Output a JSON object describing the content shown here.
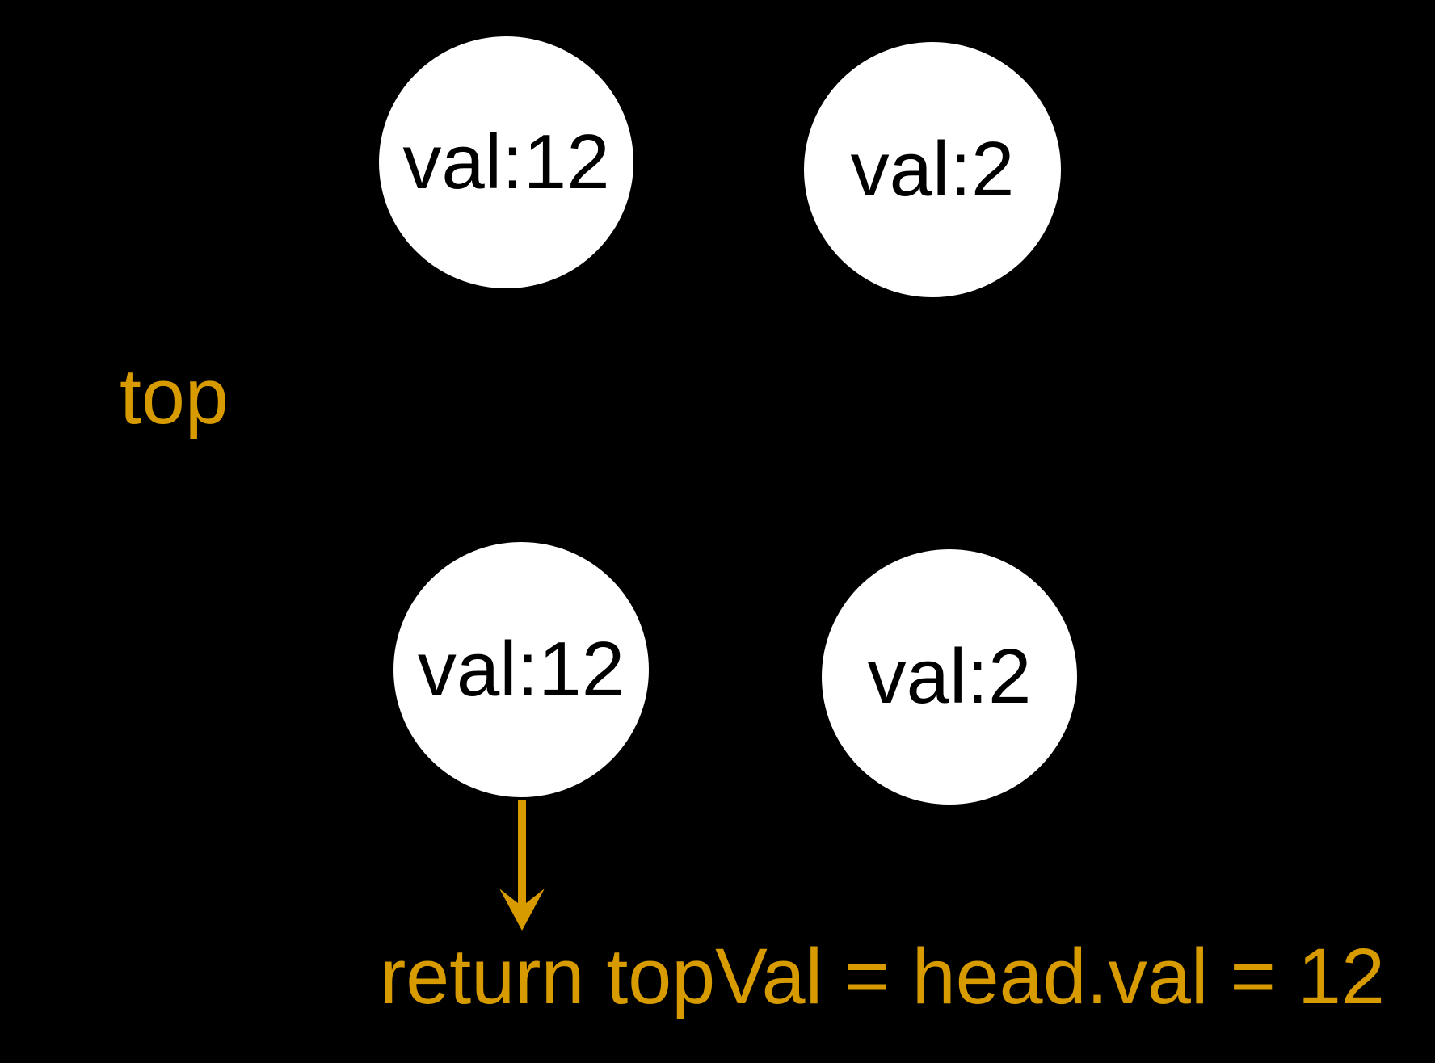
{
  "canvas": {
    "background": "#000000",
    "accent": "#D79B00",
    "node_fill": "#FFFFFF",
    "node_text_color": "#000000"
  },
  "pointer": {
    "label": "top"
  },
  "nodes": [
    {
      "label": "val:12",
      "position": "top-left"
    },
    {
      "label": "val:2",
      "position": "top-right"
    },
    {
      "label": "val:12",
      "position": "bottom-left"
    },
    {
      "label": "val:2",
      "position": "bottom-right"
    }
  ],
  "arrow": {
    "direction": "down",
    "color": "#D79B00"
  },
  "annotation": {
    "text": "return topVal = head.val = 12"
  }
}
